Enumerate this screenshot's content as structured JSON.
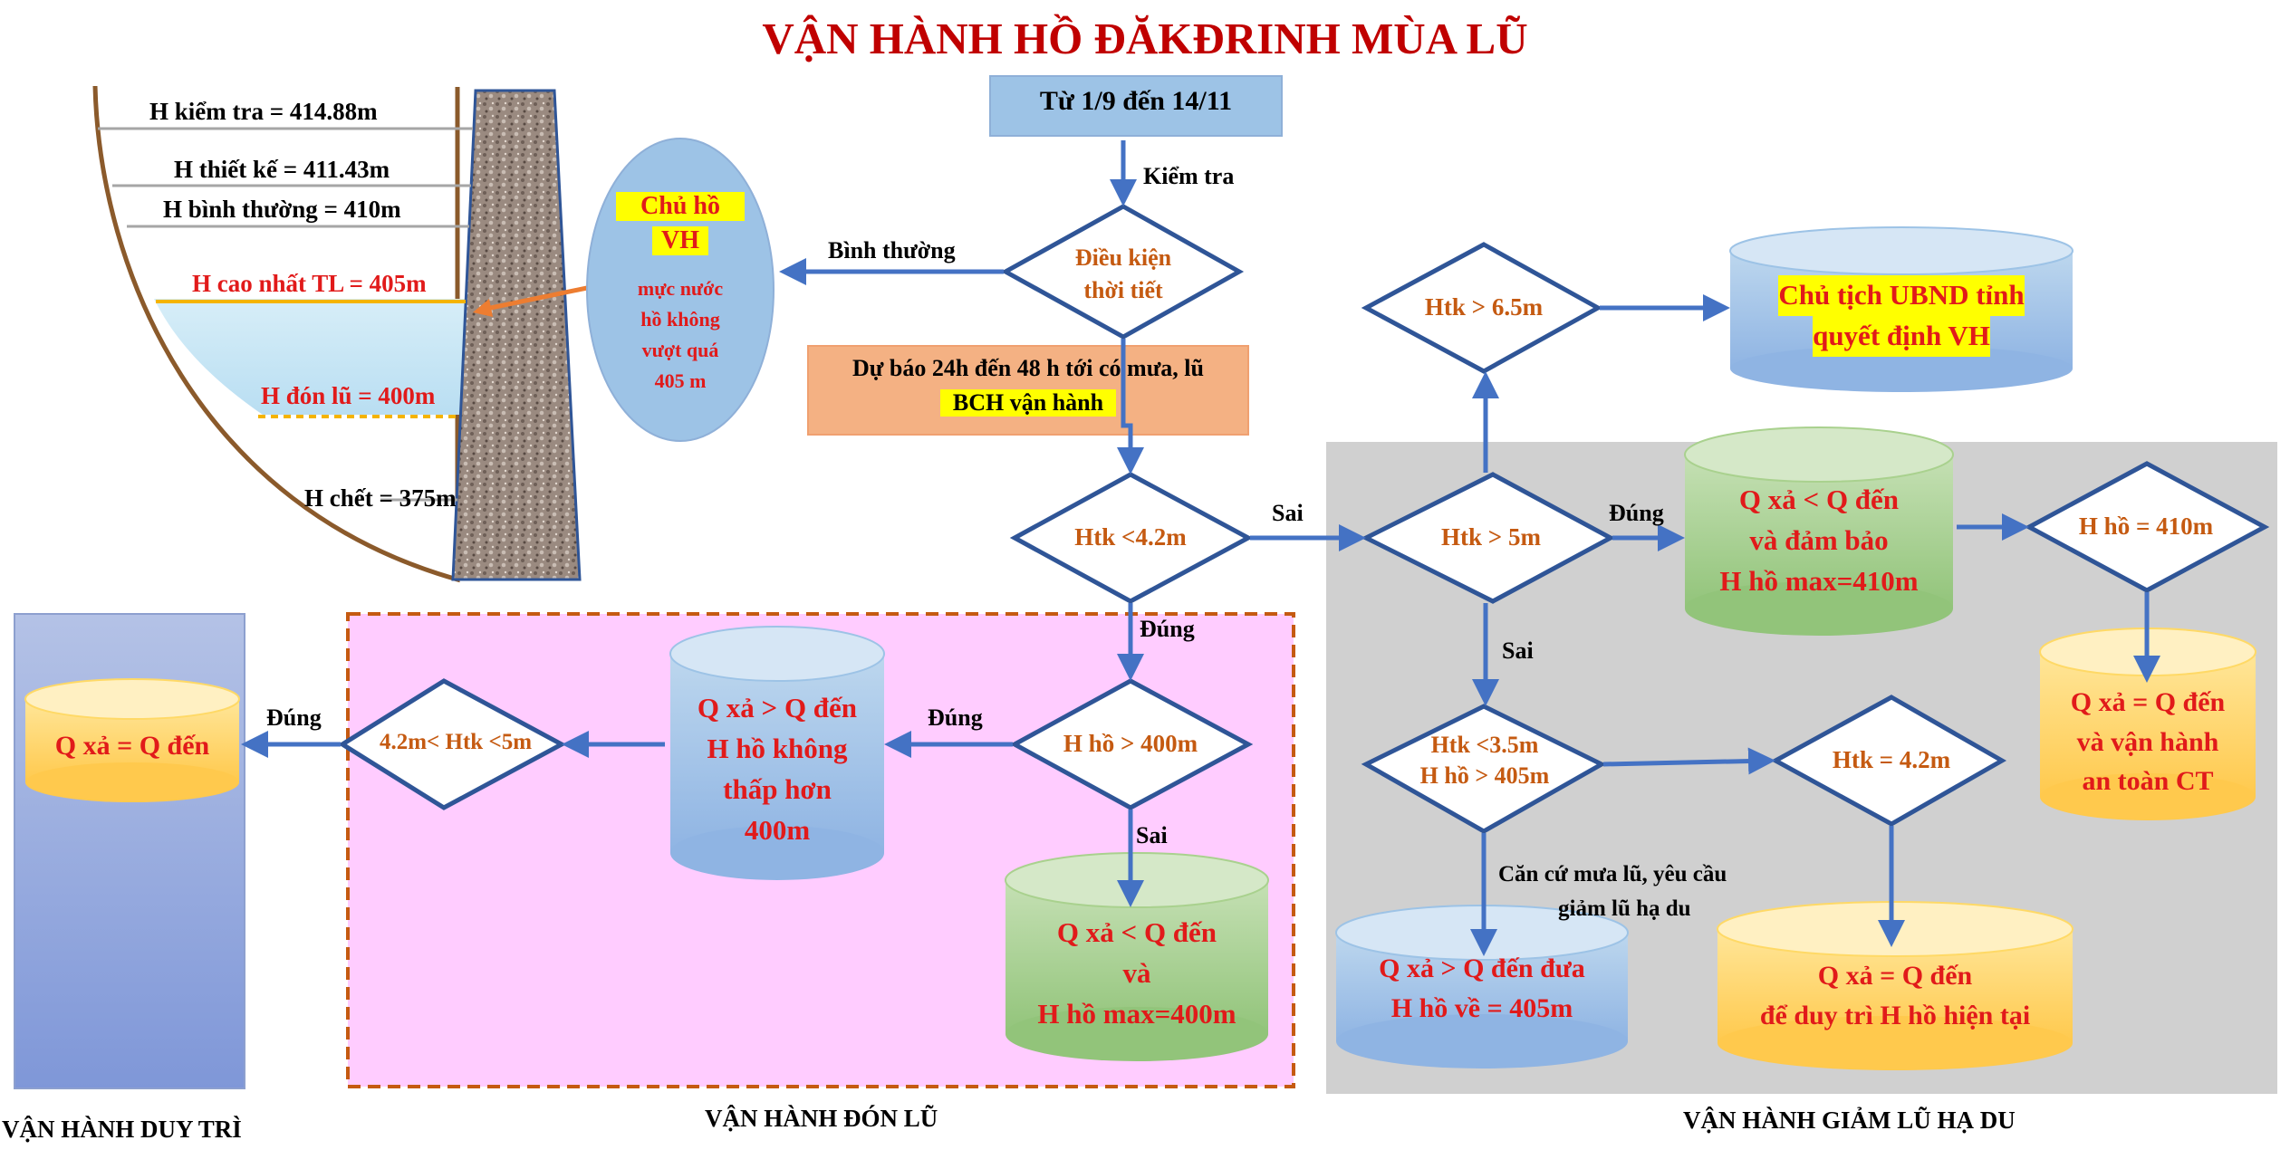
{
  "title": "VẬN HÀNH HỒ ĐĂKĐRINH MÙA LŨ",
  "period": "Từ 1/9 đến 14/11",
  "dam": {
    "h_kiem_tra": "H kiểm tra = 414.88m",
    "h_thiet_ke": "H thiết kế = 411.43m",
    "h_binh_thuong": "H bình thường = 410m",
    "h_cao_nhat": "H cao nhất TL = 405m",
    "h_don_lu": "H đón lũ = 400m",
    "h_chet": "H chết = 375m"
  },
  "owner_ellipse": {
    "line1": "Chủ hồ",
    "line2": "VH",
    "line3": "mực nước",
    "line4": "hồ không",
    "line5": "vượt quá",
    "line6": "405 m"
  },
  "edges": {
    "kiem_tra": "Kiểm tra",
    "binh_thuong": "Bình thường",
    "sai_1": "Sai",
    "dung_1": "Đúng",
    "sai_2": "Sai",
    "dung_2": "Đúng",
    "dung_3": "Đúng",
    "sai_3": "Sai",
    "dung_4": "Đúng",
    "can_cu_line1": "Căn cứ mưa lũ, yêu cầu",
    "can_cu_line2": "giảm lũ hạ du"
  },
  "weather_diamond": {
    "line1": "Điều kiện",
    "line2": "thời tiết"
  },
  "forecast_box": {
    "line1": "Dự báo 24h đến 48 h tới có mưa, lũ",
    "line2": "BCH vận hành"
  },
  "diamonds": {
    "htk_42": "Htk <4.2m",
    "h_ho_400": "H hồ > 400m",
    "htk_range": "4.2m< Htk <5m",
    "htk_5": "Htk > 5m",
    "htk_65": "Htk > 6.5m",
    "h_ho_410": "H hồ = 410m",
    "htk_35_line1": "Htk <3.5m",
    "htk_35_line2": "H hồ > 405m",
    "htk_eq_42": "Htk = 4.2m"
  },
  "cylinders": {
    "chair": {
      "line1": "Chủ tịch UBND tỉnh",
      "line2": "quyết định VH"
    },
    "green_410": {
      "line1": "Q xả < Q đến",
      "line2": "và đảm bảo",
      "line3": "H hồ max=410m"
    },
    "yellow_safe": {
      "line1": "Q xả = Q đến",
      "line2": "và vận hành",
      "line3": "an toàn CT"
    },
    "blue_405": {
      "line1": "Q xả > Q đến đưa",
      "line2": "H hồ về = 405m"
    },
    "yellow_keep": {
      "line1": "Q xả = Q đến",
      "line2": "để duy trì H hồ hiện tại"
    },
    "blue_400": {
      "line1": "Q xả > Q đến",
      "line2": "H hồ không",
      "line3": "thấp hơn",
      "line4": "400m"
    },
    "green_400": {
      "line1": "Q xả < Q đến",
      "line2": "và",
      "line3": "H hồ max=400m"
    },
    "yellow_left": {
      "line1": "Q xả = Q đến"
    }
  },
  "section_labels": {
    "duy_tri": "VẬN HÀNH DUY TRÌ",
    "don_lu": "VẬN HÀNH ĐÓN LŨ",
    "giam_lu": "VẬN HÀNH GIẢM LŨ HẠ DU"
  },
  "colors": {
    "title": "#c00000",
    "arrow": "#4472c4",
    "diamond_border": "#2f5597",
    "orange_text": "#c55a11",
    "red_text": "#e11a1a",
    "pink_zone": "#ffccff",
    "gray_zone": "#d0d0d0",
    "blue_cyl": "#9dc3e6",
    "green_cyl": "#a9d18e",
    "yellow_cyl": "#ffd966",
    "forecast_box": "#f4b183",
    "period_box": "#9dc3e6"
  }
}
